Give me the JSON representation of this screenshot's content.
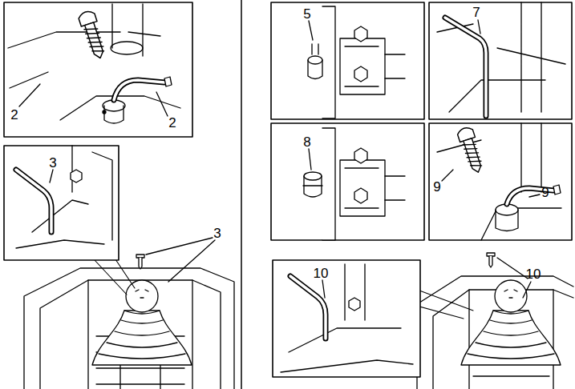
{
  "diagram": {
    "labels": [
      "2",
      "2",
      "3",
      "3",
      "5",
      "7",
      "8",
      "9",
      "9",
      "10",
      "10"
    ]
  }
}
